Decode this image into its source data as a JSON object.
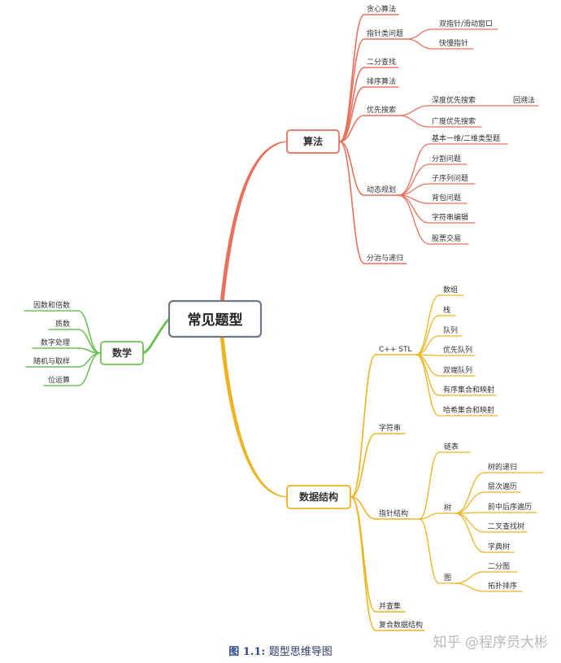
{
  "colors": {
    "root_border": "#6f7885",
    "algo": "#e8715b",
    "math": "#6ec05a",
    "ds": "#eeb320",
    "text": "#333333"
  },
  "root": {
    "label": "常见题型"
  },
  "branches": {
    "algorithm": {
      "label": "算法",
      "items": {
        "greedy": "贪心算法",
        "pointer": "指针类问题",
        "pointer_two": "双指针/滑动窗口",
        "pointer_fast_slow": "快慢指针",
        "binary_search": "二分查找",
        "sorting": "排序算法",
        "search": "优先搜索",
        "dfs": "深度优先搜索",
        "backtracking": "回溯法",
        "bfs": "广度优先搜索",
        "dp": "动态规划",
        "dp_basic": "基本一维/二维类型题",
        "dp_partition": "分割问题",
        "dp_subseq": "子序列问题",
        "dp_knapsack": "背包问题",
        "dp_edit": "字符串编辑",
        "dp_stock": "股票交易",
        "divide": "分治与递归"
      }
    },
    "math": {
      "label": "数学",
      "items": {
        "factors": "因数和倍数",
        "primes": "质数",
        "numbers": "数字处理",
        "random": "随机与取样",
        "bits": "位运算"
      }
    },
    "data_structure": {
      "label": "数据结构",
      "items": {
        "stl": "C++ STL",
        "array": "数组",
        "stack": "栈",
        "queue": "队列",
        "pq": "优先队列",
        "deque": "双端队列",
        "ordered": "有序集合和映射",
        "hashed": "哈希集合和映射",
        "string": "字符串",
        "pointer_struct": "指针结构",
        "linked_list": "链表",
        "tree": "树",
        "tree_recursion": "树的递归",
        "level_order": "层次遍历",
        "traversal": "前中后序遍历",
        "bst": "二叉查找树",
        "trie": "字典树",
        "graph": "图",
        "bipartite": "二分图",
        "topo": "拓扑排序",
        "union_find": "并查集",
        "composite": "复合数据结构"
      }
    }
  },
  "caption": {
    "label": "图 1.1:",
    "text": "题型思维导图"
  },
  "watermark": "知乎 @程序员大彬"
}
